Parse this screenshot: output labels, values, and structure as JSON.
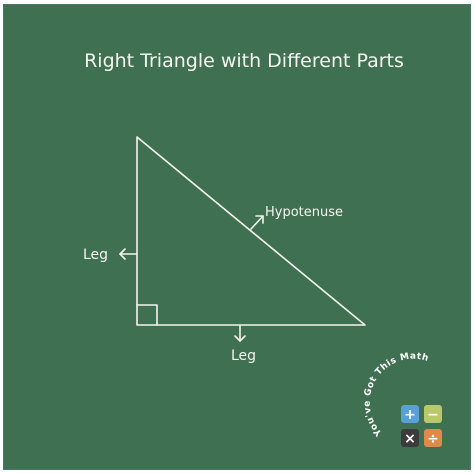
{
  "title": "Right Triangle with Different Parts",
  "labels": {
    "leg_left": "Leg",
    "leg_bottom": "Leg",
    "hypotenuse": "Hypotenuse"
  },
  "logo": {
    "text": "You've Got This Math",
    "tile_symbols": [
      "+",
      "−",
      "×",
      "÷"
    ],
    "tile_colors": [
      "#5aa0d8",
      "#b9c96a",
      "#3c3c3c",
      "#e08a4a"
    ]
  },
  "colors": {
    "board": "#3f7052",
    "chalk": "#f3f5ee"
  }
}
